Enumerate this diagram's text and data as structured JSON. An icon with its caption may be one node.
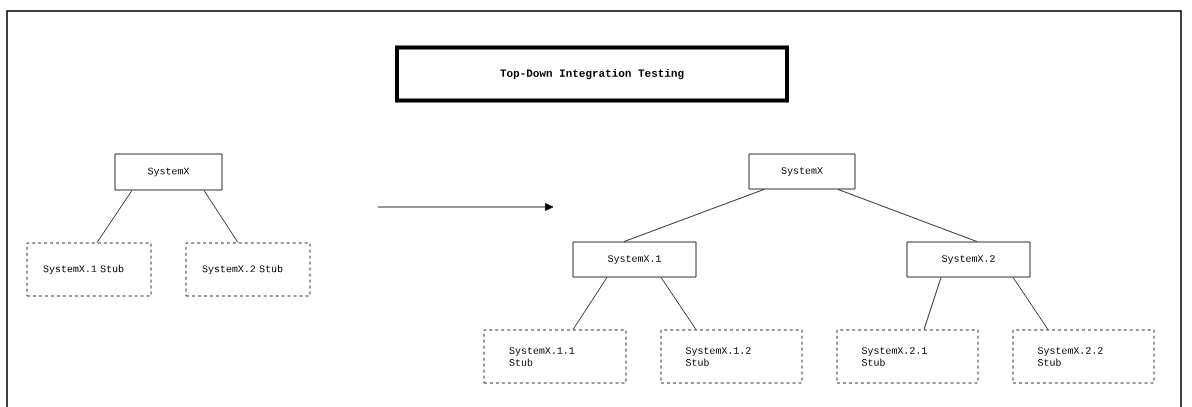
{
  "diagram": {
    "title": "Top-Down Integration Testing",
    "nodes": [
      {
        "text": [
          "SystemX"
        ]
      },
      {
        "text": [
          "SystemX.1 Stub"
        ]
      },
      {
        "text": [
          "SystemX.2 Stub"
        ]
      },
      {
        "text": [
          "SystemX"
        ]
      },
      {
        "text": [
          "SystemX.1"
        ]
      },
      {
        "text": [
          "SystemX.2"
        ]
      },
      {
        "text": [
          "SystemX.1.1 Stub"
        ]
      },
      {
        "text": [
          "SystemX.1.2 Stub"
        ]
      },
      {
        "text": [
          "SystemX.2.1 Stub"
        ]
      },
      {
        "text": [
          "SystemX.2.2 Stub"
        ]
      }
    ],
    "edges": [
      {
        "from": 0,
        "to": 1,
        "arrow": "none"
      },
      {
        "from": 0,
        "to": 2,
        "arrow": "none"
      },
      {
        "from": 3,
        "to": 4,
        "arrow": "none"
      },
      {
        "from": 3,
        "to": 5,
        "arrow": "none"
      },
      {
        "from": 4,
        "to": 6,
        "arrow": "none"
      },
      {
        "from": 4,
        "to": 7,
        "arrow": "none"
      },
      {
        "from": 5,
        "to": 8,
        "arrow": "none"
      },
      {
        "from": 5,
        "to": 9,
        "arrow": "none"
      }
    ]
  }
}
